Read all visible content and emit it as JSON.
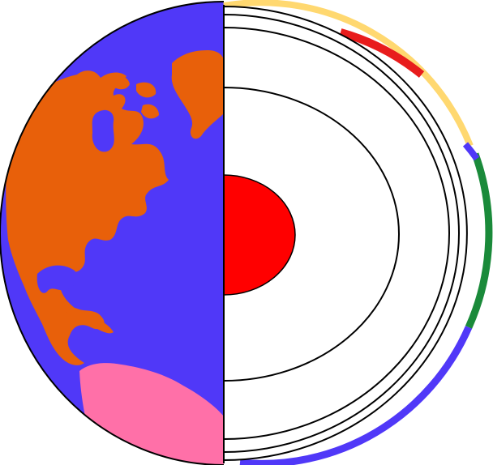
{
  "colors": {
    "ocean": "#5038f8",
    "land_north_america": "#e8600a",
    "land_south_america": "#ff70a8",
    "inner_core": "#ff0000",
    "layer_fill": "#ffffff",
    "outline": "#000000",
    "rim_red": "#e81c1c",
    "rim_yellow": "#ffd870",
    "rim_green": "#1a8a3a",
    "rim_blue": "#5038f8"
  },
  "diagram": {
    "subject": "Earth cutaway",
    "left_half": "globe",
    "right_half": "cross-section",
    "layer_count": 5
  }
}
